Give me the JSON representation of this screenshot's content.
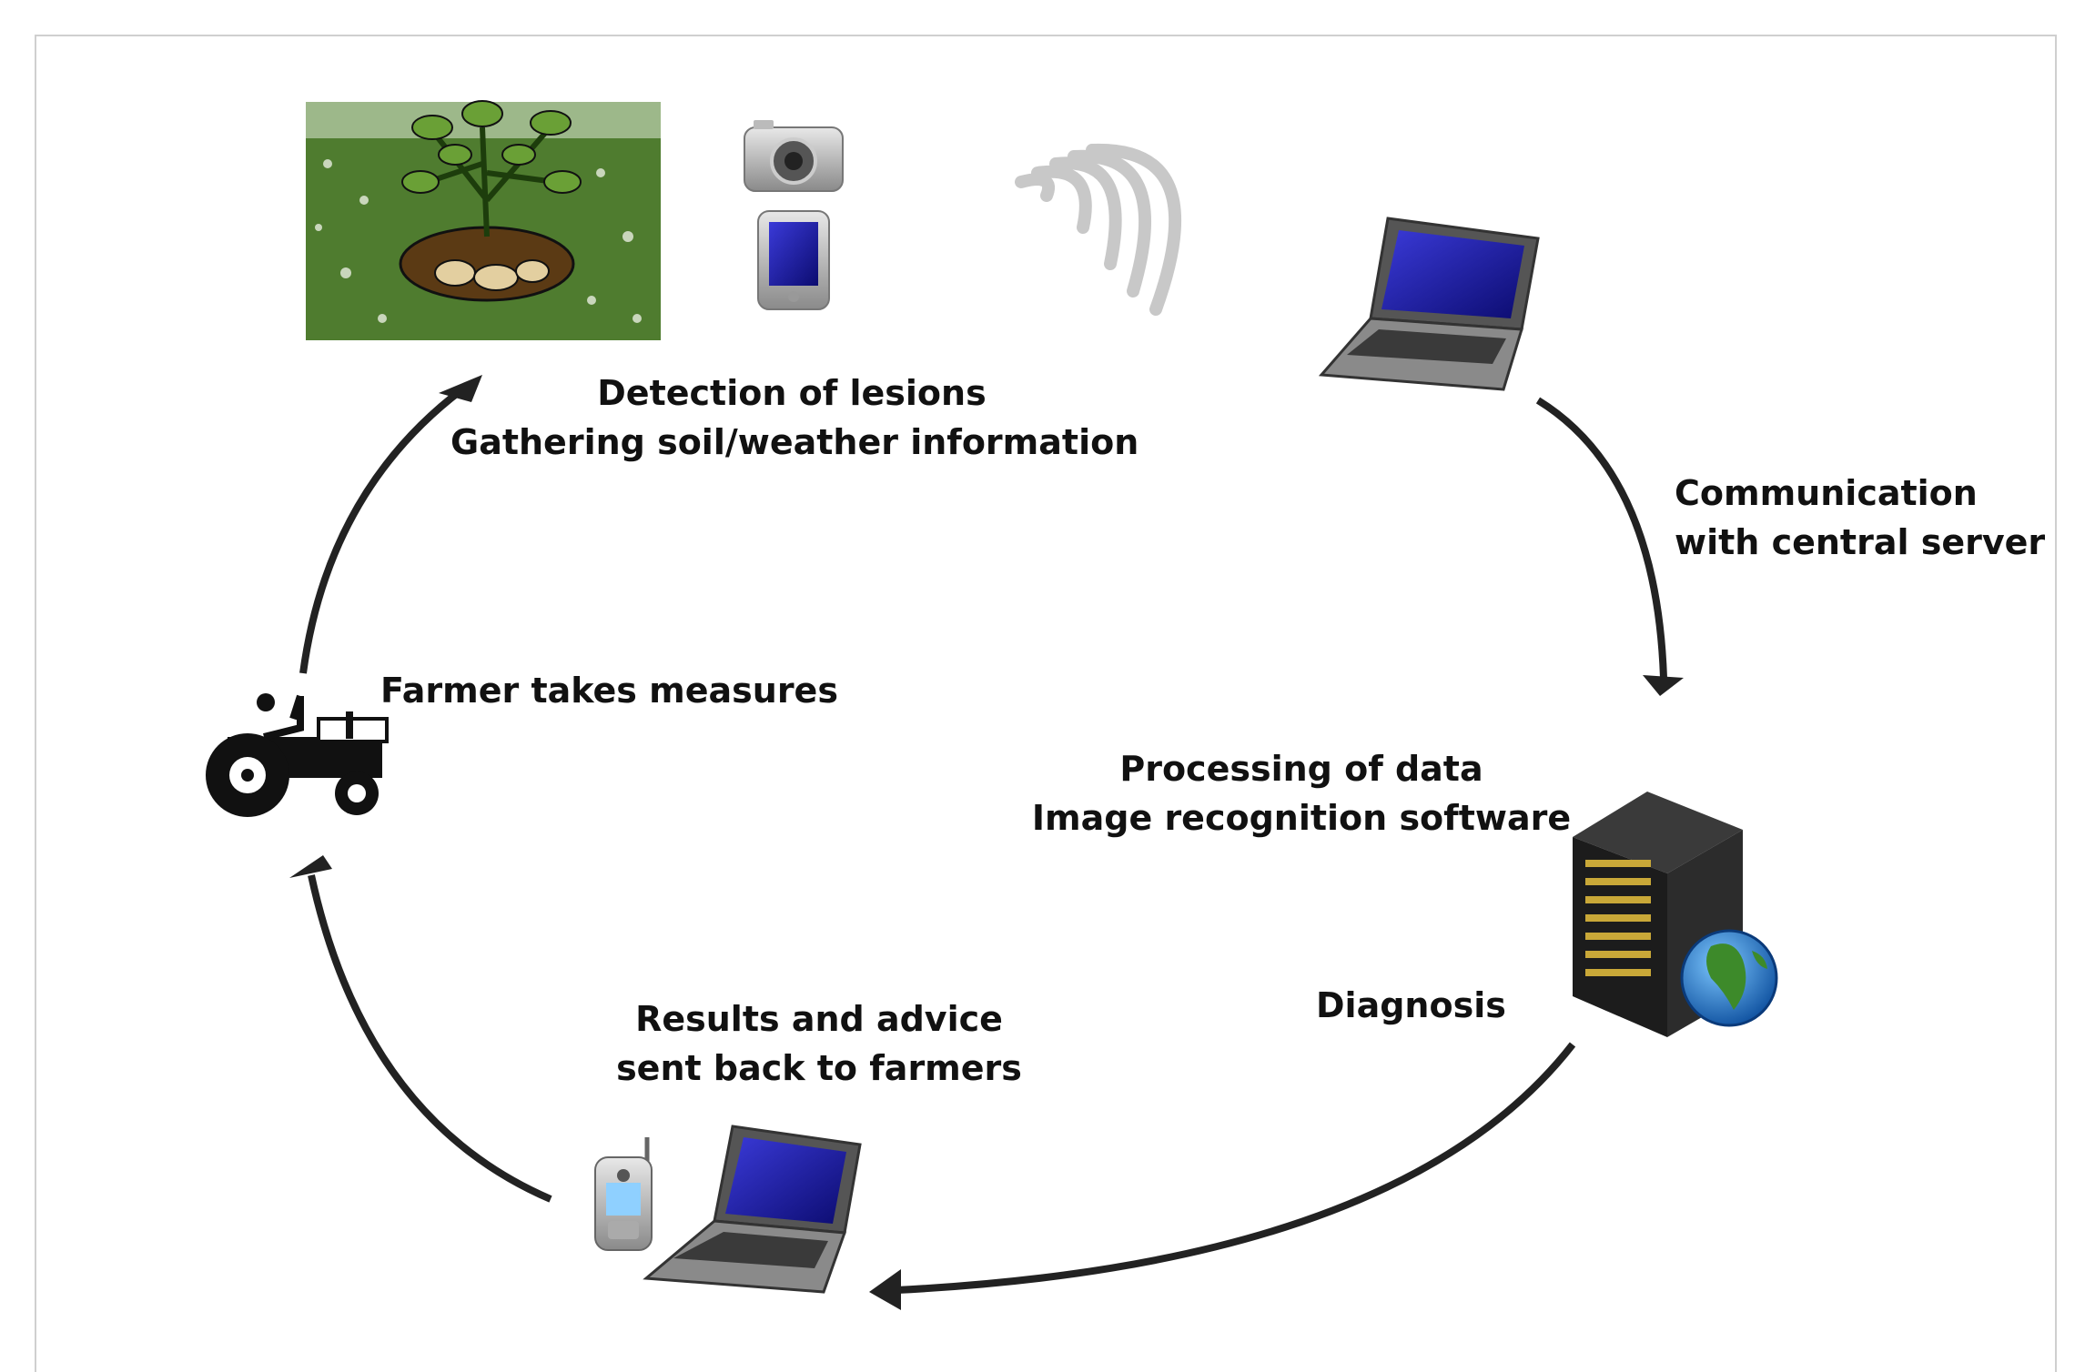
{
  "labels": {
    "detection": [
      "Detection of lesions",
      "Gathering soil/weather information"
    ],
    "communication": [
      "Communication",
      "with central server"
    ],
    "processing": [
      "Processing of data",
      "Image recognition software"
    ],
    "diagnosis": "Diagnosis",
    "results": [
      "Results and advice",
      "sent back to farmers"
    ],
    "farmer": "Farmer takes measures"
  },
  "icons": [
    "potato-field-icon",
    "camera-icon",
    "pda-icon",
    "wireless-signal-icon",
    "laptop-icon",
    "server-icon",
    "globe-icon",
    "mobile-phone-icon",
    "tractor-icon"
  ],
  "colors": {
    "arrow": "#222222",
    "screen": "#1a1aa8",
    "server": "#1c1c1c",
    "field": "#4f7c2f"
  }
}
